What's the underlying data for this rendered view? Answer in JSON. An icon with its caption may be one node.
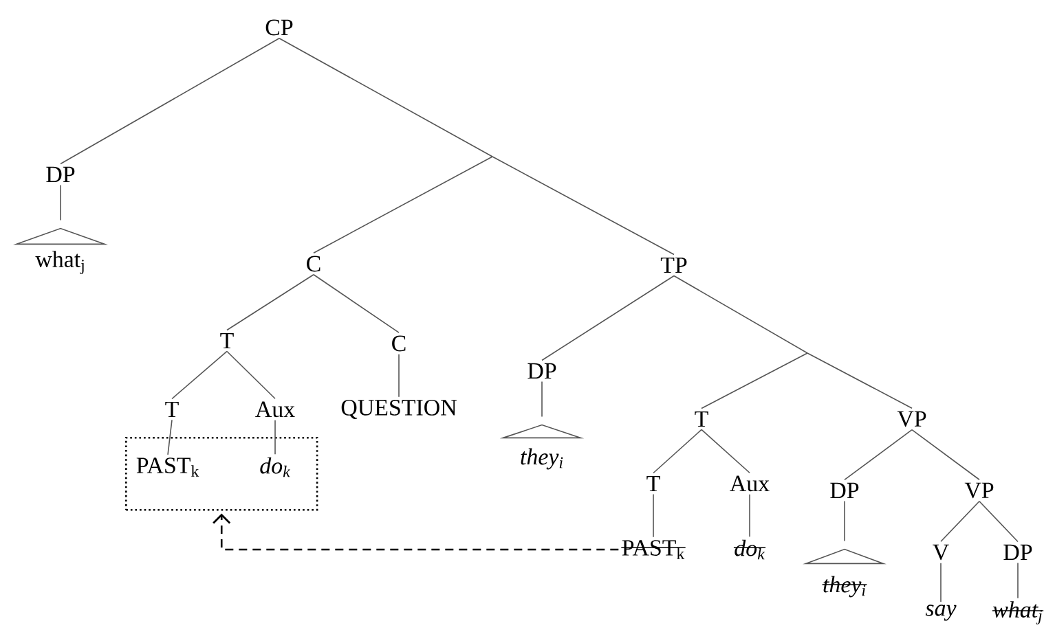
{
  "diagram": {
    "nodes": [
      {
        "text": [
          "CP"
        ]
      },
      {
        "text": [
          "DP"
        ]
      },
      {
        "text": [],
        "shape": "triangle",
        "beside": [
          "what$_{j}$"
        ]
      },
      {
        "text": [
          "C"
        ]
      },
      {
        "text": [
          "TP"
        ]
      },
      {
        "text": [
          "T"
        ]
      },
      {
        "text": [
          "C"
        ]
      },
      {
        "text": [
          "T"
        ]
      },
      {
        "text": [
          "Aux"
        ]
      },
      {
        "text": [
          "QUESTION"
        ]
      },
      {
        "text": [],
        "shape": "box"
      },
      {
        "text": [
          "PAST$_{k}$"
        ],
        "in": 10
      },
      {
        "text": [
          "do$_{k}$"
        ],
        "in": 10
      },
      {
        "text": [
          "DP"
        ]
      },
      {
        "text": [],
        "shape": "triangle",
        "beside": [
          "they$_{i}$"
        ]
      },
      {
        "text": [
          "T"
        ]
      },
      {
        "text": [
          "VP"
        ]
      },
      {
        "text": [
          "T"
        ]
      },
      {
        "text": [
          "Aux"
        ]
      },
      {
        "text": [
          "PAST$_{k}$"
        ]
      },
      {
        "text": [
          "do$_{k}$"
        ]
      },
      {
        "text": [
          "DP"
        ]
      },
      {
        "text": [
          "VP"
        ]
      },
      {
        "text": [],
        "shape": "triangle",
        "beside": [
          "they$_{i}$"
        ]
      },
      {
        "text": [
          "V"
        ]
      },
      {
        "text": [
          "DP"
        ]
      },
      {
        "text": [
          "say"
        ]
      },
      {
        "text": [
          "what$_{j}$"
        ]
      }
    ],
    "edges": [
      {
        "from": 0,
        "to": 1,
        "arrow": "none"
      },
      {
        "from": 1,
        "to": 2,
        "arrow": "none"
      },
      {
        "from": 0,
        "to": 3,
        "arrow": "none"
      },
      {
        "from": 0,
        "to": 4,
        "arrow": "none"
      },
      {
        "from": 3,
        "to": 5,
        "arrow": "none"
      },
      {
        "from": 3,
        "to": 6,
        "arrow": "none"
      },
      {
        "from": 5,
        "to": 7,
        "arrow": "none"
      },
      {
        "from": 5,
        "to": 8,
        "arrow": "none"
      },
      {
        "from": 6,
        "to": 9,
        "arrow": "none"
      },
      {
        "from": 7,
        "to": 11,
        "arrow": "none"
      },
      {
        "from": 8,
        "to": 12,
        "arrow": "none"
      },
      {
        "from": 4,
        "to": 13,
        "arrow": "none"
      },
      {
        "from": 13,
        "to": 14,
        "arrow": "none"
      },
      {
        "from": 4,
        "to": 15,
        "arrow": "none"
      },
      {
        "from": 4,
        "to": 16,
        "arrow": "none"
      },
      {
        "from": 15,
        "to": 17,
        "arrow": "none"
      },
      {
        "from": 15,
        "to": 18,
        "arrow": "none"
      },
      {
        "from": 17,
        "to": 19,
        "arrow": "none"
      },
      {
        "from": 18,
        "to": 20,
        "arrow": "none"
      },
      {
        "from": 16,
        "to": 21,
        "arrow": "none"
      },
      {
        "from": 16,
        "to": 22,
        "arrow": "none"
      },
      {
        "from": 21,
        "to": 23,
        "arrow": "none"
      },
      {
        "from": 22,
        "to": 24,
        "arrow": "none"
      },
      {
        "from": 22,
        "to": 25,
        "arrow": "none"
      },
      {
        "from": 24,
        "to": 26,
        "arrow": "none"
      },
      {
        "from": 25,
        "to": 27,
        "arrow": "none"
      },
      {
        "from": 19,
        "to": 10,
        "arrow": "to",
        "style": "dashed",
        "color": "#000000"
      }
    ]
  }
}
